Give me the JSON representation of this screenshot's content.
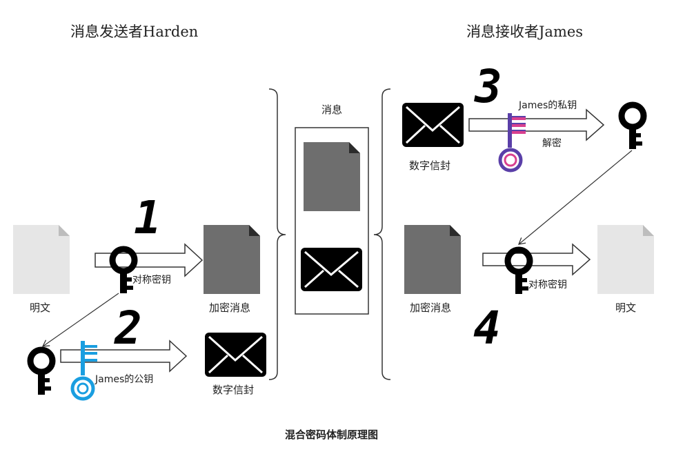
{
  "titles": {
    "sender": "消息发送者Harden",
    "receiver": "消息接收者James",
    "caption": "混合密码体制原理图"
  },
  "labels": {
    "plaintext_left": "明文",
    "symmetric_key_1": "对称密钥",
    "encrypted_msg_left": "加密消息",
    "public_key": "James的公钥",
    "digital_envelope_left": "数字信封",
    "message": "消息",
    "digital_envelope_right": "数字信封",
    "private_key": "James的私钥",
    "decrypt": "解密",
    "encrypted_msg_right": "加密消息",
    "symmetric_key_2": "对称密钥",
    "plaintext_right": "明文"
  },
  "steps": [
    "1",
    "2",
    "3",
    "4"
  ],
  "colors": {
    "public_key": "#1a9ee0",
    "private_key_outer": "#5a3fa8",
    "private_key_inner": "#d9408f",
    "doc_dark": "#6e6e6e",
    "doc_light": "#e6e6e6"
  }
}
